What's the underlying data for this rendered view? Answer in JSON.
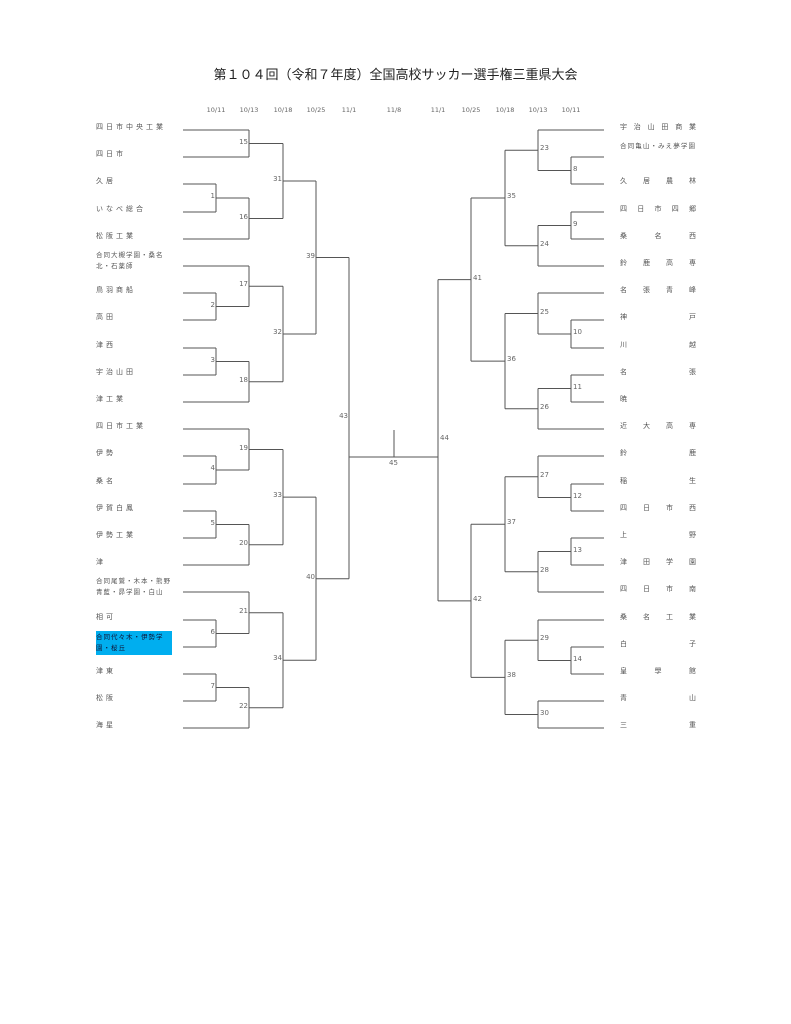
{
  "title": "第１０４回（令和７年度）全国高校サッカー選手権三重県大会",
  "dates_left": [
    "10/11",
    "10/13",
    "10/18",
    "10/25",
    "11/1"
  ],
  "date_final": "11/8",
  "dates_right": [
    "11/1",
    "10/25",
    "10/18",
    "10/13",
    "10/11"
  ],
  "left_teams": [
    "四日市中央工業",
    "四日市",
    "久居",
    "いなべ総合",
    "松阪工業",
    "合同大槻学園・桑名北・石薬師",
    "鳥羽商船",
    "高田",
    "津西",
    "宇治山田",
    "津工業",
    "四日市工業",
    "伊勢",
    "桑名",
    "伊賀白鳳",
    "伊勢工業",
    "津",
    "合同尾鷲・木本・熊野青藍・昴学園・白山",
    "相可",
    "合同代々木・伊勢学園・桜丘",
    "津東",
    "松阪",
    "海星"
  ],
  "right_teams": [
    "宇治山田商業",
    "合同亀山・みえ夢学園",
    "久居農林",
    "四日市四郷",
    "桑名西",
    "鈴鹿高専",
    "名張青峰",
    "神戸",
    "川越",
    "名張",
    "暁",
    "近大高専",
    "鈴鹿",
    "稲生",
    "四日市西",
    "上野",
    "津田学園",
    "四日市南",
    "桑名工業",
    "白子",
    "皇學館",
    "青山",
    "三重"
  ],
  "highlighted_team": "合同代々木・伊勢学園・桜丘",
  "highlight_color": "#00AEEF",
  "left_bracket": {
    "m": "43",
    "c": [
      {
        "m": "39",
        "c": [
          {
            "m": "31",
            "c": [
              {
                "m": "15",
                "c": [
                  0,
                  1
                ]
              },
              {
                "m": "16",
                "c": [
                  {
                    "m": "1",
                    "c": [
                      2,
                      3
                    ]
                  },
                  4
                ]
              }
            ]
          },
          {
            "m": "32",
            "c": [
              {
                "m": "17",
                "c": [
                  5,
                  {
                    "m": "2",
                    "c": [
                      6,
                      7
                    ]
                  }
                ]
              },
              {
                "m": "18",
                "c": [
                  {
                    "m": "3",
                    "c": [
                      8,
                      9
                    ]
                  },
                  10
                ]
              }
            ]
          }
        ]
      },
      {
        "m": "40",
        "c": [
          {
            "m": "33",
            "c": [
              {
                "m": "19",
                "c": [
                  11,
                  {
                    "m": "4",
                    "c": [
                      12,
                      13
                    ]
                  }
                ]
              },
              {
                "m": "20",
                "c": [
                  {
                    "m": "5",
                    "c": [
                      14,
                      15
                    ]
                  },
                  16
                ]
              }
            ]
          },
          {
            "m": "34",
            "c": [
              {
                "m": "21",
                "c": [
                  17,
                  {
                    "m": "6",
                    "c": [
                      18,
                      19
                    ]
                  }
                ]
              },
              {
                "m": "22",
                "c": [
                  {
                    "m": "7",
                    "c": [
                      20,
                      21
                    ]
                  },
                  22
                ]
              }
            ]
          }
        ]
      }
    ]
  },
  "right_bracket": {
    "m": "44",
    "c": [
      {
        "m": "41",
        "c": [
          {
            "m": "35",
            "c": [
              {
                "m": "23",
                "c": [
                  0,
                  {
                    "m": "8",
                    "c": [
                      1,
                      2
                    ]
                  }
                ]
              },
              {
                "m": "24",
                "c": [
                  {
                    "m": "9",
                    "c": [
                      3,
                      4
                    ]
                  },
                  5
                ]
              }
            ]
          },
          {
            "m": "36",
            "c": [
              {
                "m": "25",
                "c": [
                  6,
                  {
                    "m": "10",
                    "c": [
                      7,
                      8
                    ]
                  }
                ]
              },
              {
                "m": "26",
                "c": [
                  {
                    "m": "11",
                    "c": [
                      9,
                      10
                    ]
                  },
                  11
                ]
              }
            ]
          }
        ]
      },
      {
        "m": "42",
        "c": [
          {
            "m": "37",
            "c": [
              {
                "m": "27",
                "c": [
                  12,
                  {
                    "m": "12",
                    "c": [
                      13,
                      14
                    ]
                  }
                ]
              },
              {
                "m": "28",
                "c": [
                  {
                    "m": "13",
                    "c": [
                      15,
                      16
                    ]
                  },
                  17
                ]
              }
            ]
          },
          {
            "m": "38",
            "c": [
              {
                "m": "29",
                "c": [
                  18,
                  {
                    "m": "14",
                    "c": [
                      19,
                      20
                    ]
                  }
                ]
              },
              {
                "m": "30",
                "c": [
                  21,
                  22
                ]
              }
            ]
          }
        ]
      }
    ]
  },
  "final_match": "45"
}
